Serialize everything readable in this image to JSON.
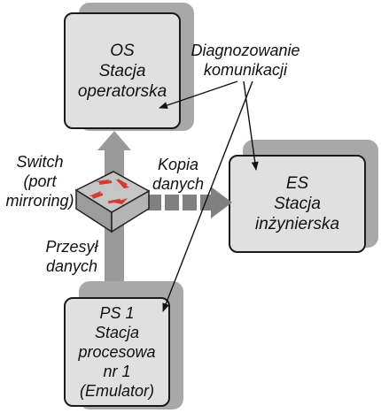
{
  "stations": {
    "os": {
      "line1": "OS",
      "line2": "Stacja",
      "line3": "operatorska"
    },
    "es": {
      "line1": "ES",
      "line2": "Stacja",
      "line3": "inżynierska"
    },
    "ps": {
      "line1": "PS 1",
      "line2": "Stacja",
      "line3": "procesowa",
      "line4": "nr 1",
      "line5": "(Emulator)"
    }
  },
  "labels": {
    "diag_line1": "Diagnozowanie",
    "diag_line2": "komunikacji",
    "switch_line1": "Switch",
    "switch_line2": "(port",
    "switch_line3": "mirroring)",
    "copy_line1": "Kopia",
    "copy_line2": "danych",
    "transfer_line1": "Przesył",
    "transfer_line2": "danych"
  },
  "colors": {
    "station_fill": "#e0e0e0",
    "station_shadow": "#a8a8a8",
    "data_path": "#9a9a9a",
    "copy_arrow": "#808080",
    "switch_body": "#c6c6c6",
    "switch_arrows": "#d23c32"
  }
}
